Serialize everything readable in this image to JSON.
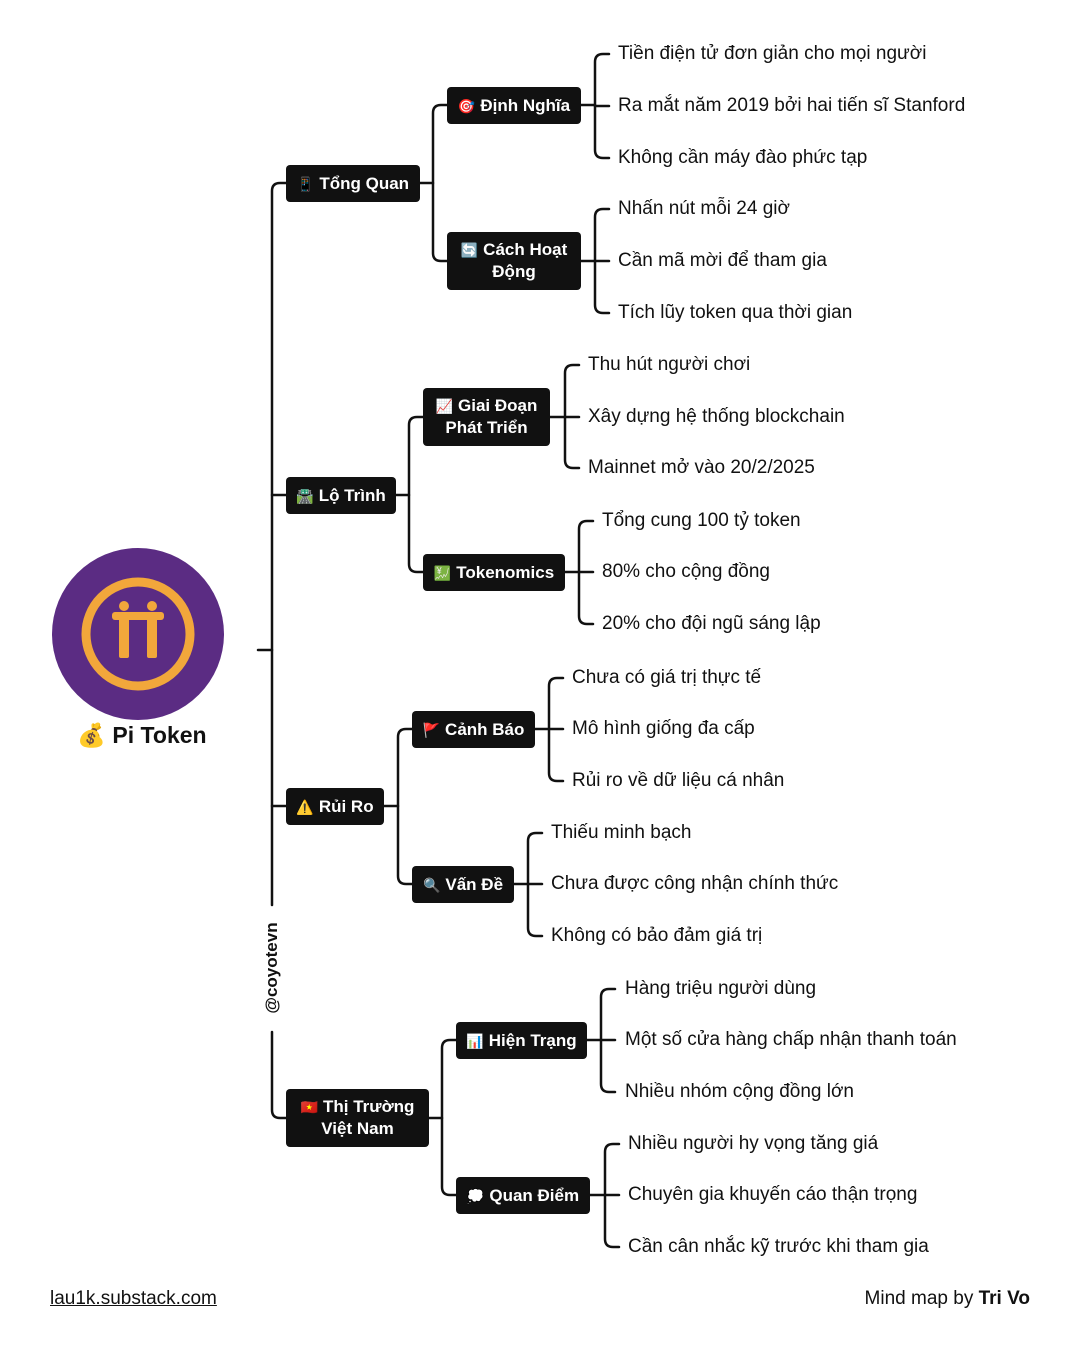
{
  "root": {
    "title": "💰 Pi Token",
    "logo_icon": "pi-network-logo-icon",
    "logo_colors": {
      "ring": "#F2A73B",
      "fill": "#5B2C83"
    }
  },
  "handle": "@coyotevn",
  "branches": [
    {
      "label": "Tổng Quan",
      "icon": "📱",
      "children": [
        {
          "label": "Định Nghĩa",
          "icon": "🎯",
          "leaves": [
            "Tiền điện tử đơn giản cho mọi người",
            "Ra mắt năm 2019 bởi hai tiến sĩ Stanford",
            "Không cần máy đào phức tạp"
          ]
        },
        {
          "label": "Cách Hoạt Động",
          "icon": "🔄",
          "leaves": [
            "Nhấn nút mỗi 24 giờ",
            "Cần mã mời để tham gia",
            "Tích lũy token qua thời gian"
          ]
        }
      ]
    },
    {
      "label": "Lộ Trình",
      "icon": "🛣️",
      "children": [
        {
          "label": "Giai Đoạn Phát Triển",
          "icon": "📈",
          "leaves": [
            "Thu hút người chơi",
            "Xây dựng hệ thống blockchain",
            "Mainnet mở vào 20/2/2025"
          ]
        },
        {
          "label": "Tokenomics",
          "icon": "💹",
          "leaves": [
            "Tổng cung 100 tỷ token",
            "80% cho cộng đồng",
            "20% cho đội ngũ sáng lập"
          ]
        }
      ]
    },
    {
      "label": "Rủi Ro",
      "icon": "⚠️",
      "children": [
        {
          "label": "Cảnh Báo",
          "icon": "🚩",
          "leaves": [
            "Chưa có giá trị thực tế",
            "Mô hình giống đa cấp",
            "Rủi ro về dữ liệu cá nhân"
          ]
        },
        {
          "label": "Vấn Đề",
          "icon": "🔍",
          "leaves": [
            "Thiếu minh bạch",
            "Chưa được công nhận chính thức",
            "Không có bảo đảm giá trị"
          ]
        }
      ]
    },
    {
      "label": "Thị Trường Việt Nam",
      "icon": "🇻🇳",
      "children": [
        {
          "label": "Hiện Trạng",
          "icon": "📊",
          "leaves": [
            "Hàng triệu người dùng",
            "Một số cửa hàng chấp nhận thanh toán",
            "Nhiều nhóm cộng đồng lớn"
          ]
        },
        {
          "label": "Quan Điểm",
          "icon": "💭",
          "leaves": [
            "Nhiều người hy vọng tăng giá",
            "Chuyên gia khuyến cáo thận trọng",
            "Cần cân nhắc kỹ trước khi tham gia"
          ]
        }
      ]
    }
  ],
  "footer": {
    "link": "lau1k.substack.com",
    "credit_prefix": "Mind map by",
    "credit_author": "Tri Vo"
  }
}
